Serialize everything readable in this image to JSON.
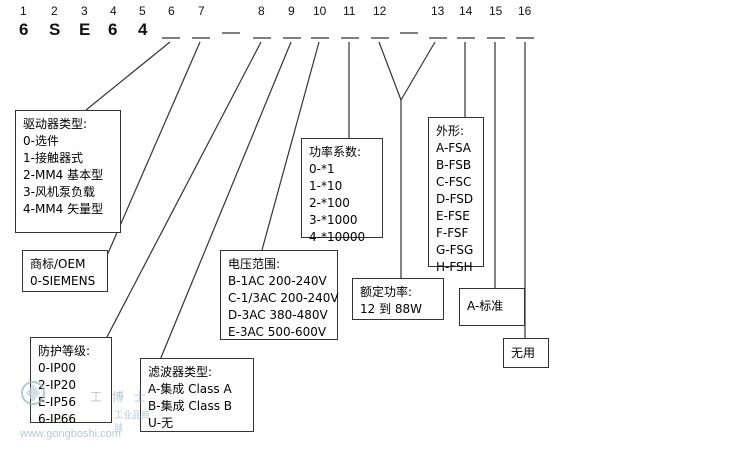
{
  "positions": [
    "1",
    "2",
    "3",
    "4",
    "5",
    "6",
    "7",
    "8",
    "9",
    "10",
    "11",
    "12",
    "13",
    "14",
    "15",
    "16"
  ],
  "code_letters": [
    "6",
    "S",
    "E",
    "6",
    "4"
  ],
  "boxes": {
    "drive_type": {
      "title": "驱动器类型:",
      "items": [
        "0-选件",
        "1-接触器式",
        "2-MM4 基本型",
        "3-风机泵负载",
        "4-MM4 矢量型"
      ]
    },
    "brand": {
      "items": [
        "商标/OEM",
        "0-SIEMENS"
      ]
    },
    "protection": {
      "title": "防护等级:",
      "items": [
        "0-IP00",
        "2-IP20",
        "E-IP56",
        "6-IP66"
      ]
    },
    "filter": {
      "title": "滤波器类型:",
      "items": [
        "A-集成 Class A",
        "B-集成 Class B",
        "U-无"
      ]
    },
    "voltage": {
      "title": "电压范围:",
      "items": [
        "B-1AC 200-240V",
        "C-1/3AC 200-240V",
        "D-3AC 380-480V",
        "E-3AC 500-600V"
      ]
    },
    "power_factor": {
      "title": "功率系数:",
      "items": [
        "0-*1",
        "1-*10",
        "2-*100",
        "3-*1000",
        "4-*10000"
      ]
    },
    "rated_power": {
      "title": "额定功率:",
      "items": [
        "12 到 88W"
      ]
    },
    "frame": {
      "title": "外形:",
      "items": [
        "A-FSA",
        "B-FSB",
        "C-FSC",
        "D-FSD",
        "E-FSE",
        "F-FSF",
        "G-FSG",
        "H-FSH"
      ]
    },
    "standard": {
      "items": [
        "A-标准"
      ]
    },
    "unused": {
      "items": [
        "无用"
      ]
    }
  },
  "watermark": {
    "brand": "工 博 士",
    "sub": "工业品商城",
    "url": "www.gongboshi.com"
  },
  "colors": {
    "line": "#333333",
    "watermark": "#9fb6c8"
  }
}
